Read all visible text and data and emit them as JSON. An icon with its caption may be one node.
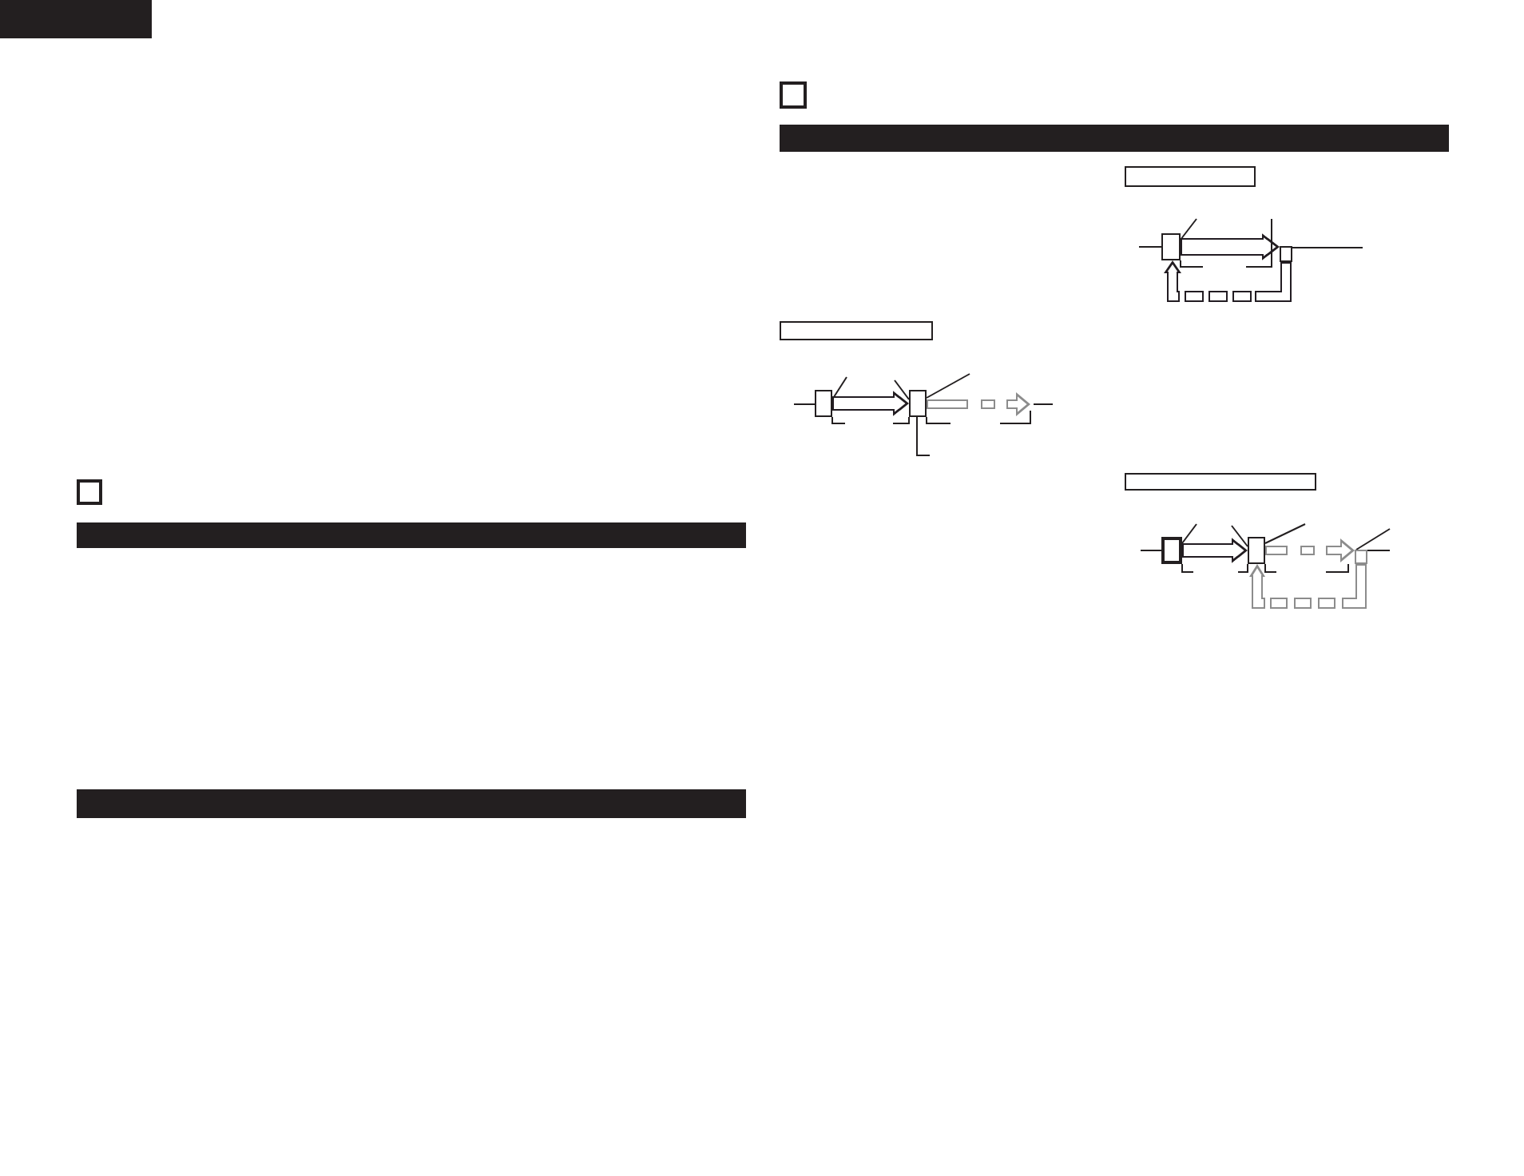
{
  "diagram": {
    "nodes": [
      {
        "text": [],
        "shape": "box"
      },
      {
        "text": [],
        "shape": "box"
      },
      {
        "text": [],
        "shape": "box"
      },
      {
        "text": [],
        "shape": "box"
      },
      {
        "text": [],
        "shape": "box"
      },
      {
        "text": [],
        "shape": "box"
      },
      {
        "text": [],
        "shape": "box"
      }
    ],
    "edges": [
      {
        "from": 0,
        "to": 1,
        "arrow": "to",
        "style": "thick"
      },
      {
        "from": 1,
        "to": 0,
        "arrow": "to",
        "style": "dashed"
      },
      {
        "from": 2,
        "to": 3,
        "arrow": "to",
        "style": "thick"
      },
      {
        "from": 3,
        "to": null,
        "arrow": "to",
        "style": "dashed",
        "color": "#8c8c8c"
      },
      {
        "from": 4,
        "to": 5,
        "arrow": "to",
        "style": "thick"
      },
      {
        "from": 5,
        "to": 6,
        "arrow": "to",
        "style": "dashed",
        "color": "#8c8c8c"
      },
      {
        "from": 6,
        "to": 5,
        "arrow": "to",
        "style": "dashed",
        "color": "#8c8c8c"
      },
      {
        "from": null,
        "to": 0,
        "arrow": "none"
      },
      {
        "from": null,
        "to": 0,
        "arrow": "none"
      },
      {
        "from": null,
        "to": 1,
        "arrow": "none"
      },
      {
        "from": null,
        "to": 2,
        "arrow": "none"
      },
      {
        "from": null,
        "to": 2,
        "arrow": "none"
      },
      {
        "from": null,
        "to": 3,
        "arrow": "none"
      },
      {
        "from": null,
        "to": 3,
        "arrow": "none"
      },
      {
        "from": null,
        "to": 3,
        "arrow": "none"
      },
      {
        "from": null,
        "to": 4,
        "arrow": "none"
      },
      {
        "from": null,
        "to": 4,
        "arrow": "none"
      },
      {
        "from": null,
        "to": 5,
        "arrow": "none"
      },
      {
        "from": null,
        "to": 5,
        "arrow": "none"
      },
      {
        "from": null,
        "to": 6,
        "arrow": "none"
      },
      {
        "from": null,
        "to": 6,
        "arrow": "none"
      }
    ]
  }
}
